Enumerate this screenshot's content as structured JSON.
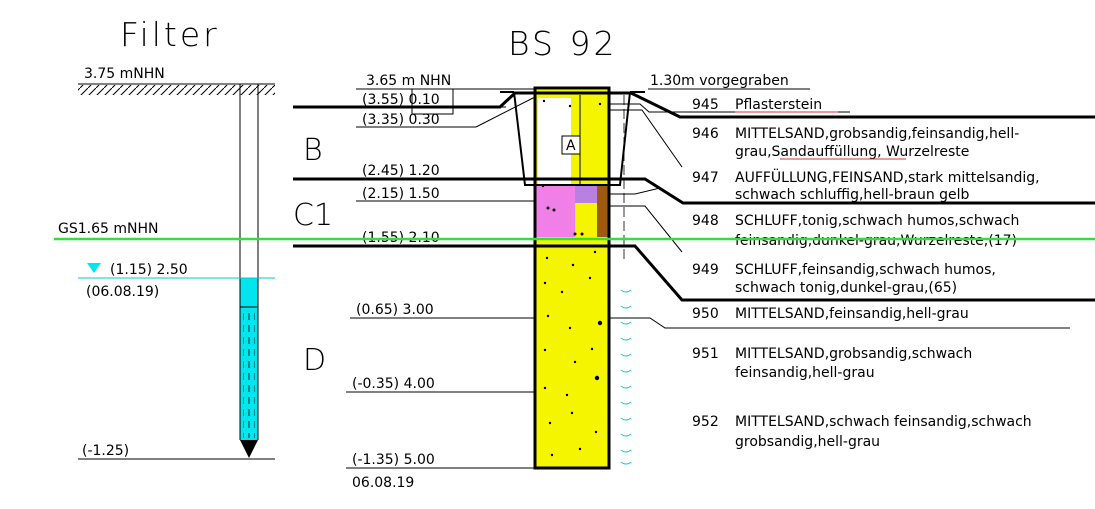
{
  "filter": {
    "title": "Filter",
    "top_level": "3.75 mNHN",
    "gw_level": "(1.15) 2.50",
    "gw_date": "(06.08.19)",
    "bottom": "(-1.25)"
  },
  "groundwater": {
    "label": "GS1.65 mNHN"
  },
  "borehole": {
    "title": "BS 92",
    "top_level": "3.65 m NHN",
    "pre_dug": "1.30m vorgegraben",
    "marker": "A",
    "date": "06.08.19",
    "depths": [
      "(3.55) 0.10",
      "(3.35) 0.30",
      "(2.45) 1.20",
      "(2.15) 1.50",
      "(1.55) 2.10",
      "(0.65) 3.00",
      "(-0.35) 4.00",
      "(-1.35) 5.00"
    ]
  },
  "zones": [
    "B",
    "C1",
    "D"
  ],
  "layers": [
    {
      "num": "945",
      "l1": "Pflasterstein",
      "l2": ""
    },
    {
      "num": "946",
      "l1": "MITTELSAND,grobsandig,feinsandig,hell-",
      "l2": "grau,Sandauffüllung, Wurzelreste"
    },
    {
      "num": "947",
      "l1": "AUFFÜLLUNG,FEINSAND,stark mittelsandig,",
      "l2": "schwach schluffig,hell-braun gelb"
    },
    {
      "num": "948",
      "l1": "SCHLUFF,tonig,schwach humos,schwach",
      "l2": "feinsandig,dunkel-grau,Wurzelreste,(17)"
    },
    {
      "num": "949",
      "l1": "SCHLUFF,feinsandig,schwach humos,",
      "l2": "schwach tonig,dunkel-grau,(65)"
    },
    {
      "num": "950",
      "l1": "MITTELSAND,feinsandig,hell-grau",
      "l2": ""
    },
    {
      "num": "951",
      "l1": "MITTELSAND,grobsandig,schwach",
      "l2": "feinsandig,hell-grau"
    },
    {
      "num": "952",
      "l1": "MITTELSAND,schwach feinsandig,schwach",
      "l2": "grobsandig,hell-grau"
    }
  ],
  "colors": {
    "sand_yellow": "#f5f500",
    "silt_pink": "#f080e8",
    "fill_purple": "#b880e0",
    "humus_brown": "#a05a10",
    "groundwater_green": "#33e033",
    "water_cyan": "#00e5ee"
  }
}
